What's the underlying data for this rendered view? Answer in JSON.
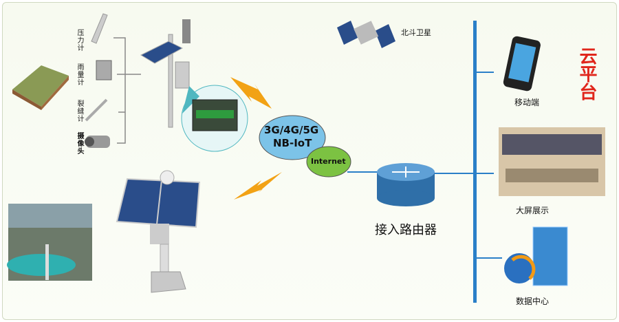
{
  "sensors": {
    "pressure": "压力计",
    "rain": "雨量计",
    "crack": "裂缝计",
    "camera": "摄像头"
  },
  "satellite_label": "北斗卫星",
  "network": {
    "line1": "3G/4G/5G",
    "line2": "NB-IoT",
    "internet": "Internet"
  },
  "router_label": "接入路由器",
  "cloud_platform": "云平台",
  "endpoints": {
    "mobile": "移动端",
    "screen": "大屏展示",
    "datacenter": "数据中心"
  },
  "colors": {
    "bus": "#2a7fc8",
    "cloud_blue": "#7cc3e8",
    "cloud_green": "#7cc242",
    "accent_red": "#e0261c"
  }
}
